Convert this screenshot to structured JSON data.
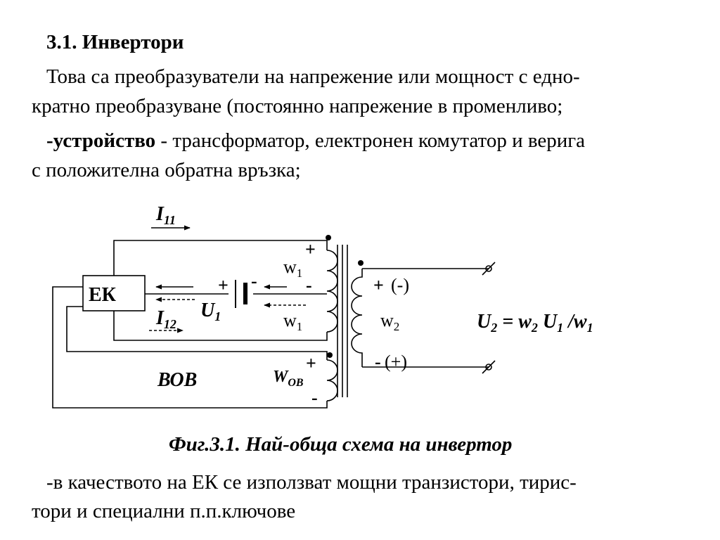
{
  "heading": "3.1. Инвертори",
  "para1": {
    "line1": "Това са преобразуватели на напрежение или мощност с едно-",
    "line2": "кратно преобразуване (постоянно напрежение в променливо;"
  },
  "para2": {
    "bold": "-устройство",
    "rest": " - трансформатор, електронен комутатор и верига",
    "line2": "с положителна обратна връзка;"
  },
  "diagram": {
    "ek": "ЕК",
    "i11_main": "I",
    "i11_sub": "11",
    "i12_main": "I",
    "i12_sub": "12",
    "u1_main": "U",
    "u1_sub": "1",
    "bob": "ВОВ",
    "w1_top_main": "w",
    "w1_top_sub": "1",
    "w1_bot_main": "w",
    "w1_bot_sub": "1",
    "w2_main": "w",
    "w2_sub": "2",
    "wob_main": "W",
    "wob_sub": "OB",
    "plus": "+",
    "minus": "-",
    "minus_paren": "(-)",
    "plus_paren": "(+)",
    "formula": {
      "u2": "U",
      "u2_sub": "2",
      "eq": " = w",
      "w2_sub": "2",
      "u1": " U",
      "u1_sub": "1",
      "div": " /w",
      "w1_sub": "1"
    }
  },
  "caption": "Фиг.3.1. Най-обща схема на инвертор",
  "para3": {
    "line1": "-в качеството на ЕК се използват мощни транзистори, тирис-",
    "line2": "тори и специални п.п.ключове"
  }
}
